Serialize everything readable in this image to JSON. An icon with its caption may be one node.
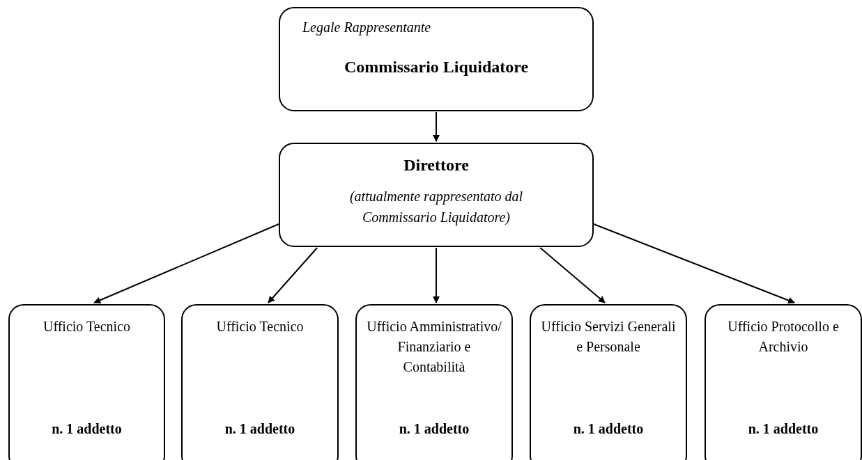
{
  "diagram": {
    "nodes": [
      {
        "text": [
          "Legale Rappresentante",
          "Commissario Liquidatore"
        ]
      },
      {
        "text": [
          "Direttore",
          "(attualmente rappresentato dal Commissario Liquidatore)"
        ]
      },
      {
        "text": [
          "Ufficio Tecnico",
          "n. 1 addetto"
        ]
      },
      {
        "text": [
          "Ufficio Tecnico",
          "n. 1 addetto"
        ]
      },
      {
        "text": [
          "Ufficio Amministrativo/ Finanziario e Contabilità",
          "n. 1 addetto"
        ]
      },
      {
        "text": [
          "Ufficio Servizi Generali e Personale",
          "n. 1 addetto"
        ]
      },
      {
        "text": [
          "Ufficio Protocollo e Archivio",
          "n. 1 addetto"
        ]
      }
    ],
    "edges": [
      {
        "from": 0,
        "to": 1,
        "arrow": "to"
      },
      {
        "from": 1,
        "to": 2,
        "arrow": "to"
      },
      {
        "from": 1,
        "to": 3,
        "arrow": "to"
      },
      {
        "from": 1,
        "to": 4,
        "arrow": "to"
      },
      {
        "from": 1,
        "to": 5,
        "arrow": "to"
      },
      {
        "from": 1,
        "to": 6,
        "arrow": "to"
      }
    ]
  }
}
